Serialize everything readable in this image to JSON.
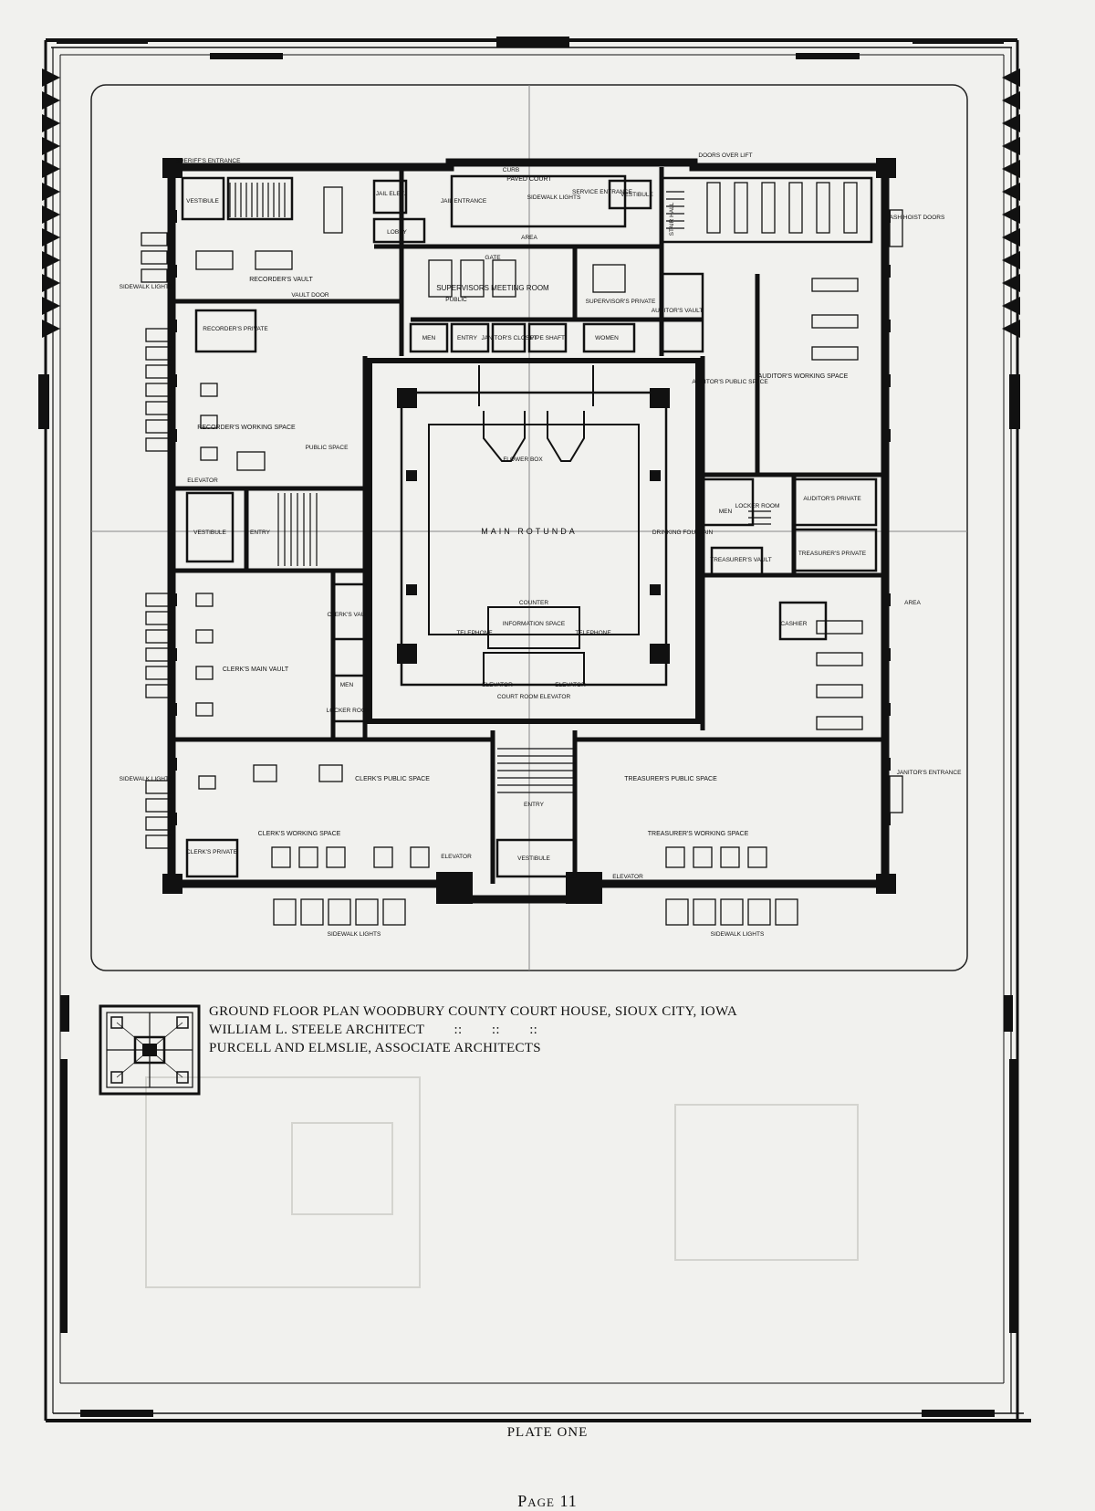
{
  "plan": {
    "rooms": {
      "paved_court": "PAVED COURT",
      "curb": "CURB",
      "doors_over_lift": "DOORS OVER LIFT",
      "sheriff_entrance": "SHERIFF'S ENTRANCE",
      "vestibule_nw": "VESTIBULE",
      "jail_elev": "JAIL ELEV.",
      "jail_entrance": "JAIL ENTRANCE",
      "lobby": "LOBBY",
      "sidewalk_lights_n": "SIDEWALK LIGHTS",
      "service_entrance": "SERVICE ENTRANCE",
      "vestibule_ne": "VESTIBULE",
      "stair_hall": "STAIR HALL",
      "ash_hoist": "ASH HOIST DOORS",
      "area_n": "AREA",
      "recorders_vault": "RECORDER'S VAULT",
      "sidewalk_lights_w1": "SIDEWALK LIGHTS",
      "vault_door": "VAULT DOOR",
      "supervisors_meeting": "SUPERVISORS MEETING ROOM",
      "public": "PUBLIC",
      "gate": "GATE",
      "supervisors_private": "SUPERVISOR'S PRIVATE",
      "auditors_vault": "AUDITOR'S VAULT",
      "recorders_private": "RECORDER'S PRIVATE",
      "men_n": "MEN",
      "entry_n": "ENTRY",
      "janitors_closet": "JANITOR'S CLOSET",
      "pipe_shaft": "PIPE SHAFT",
      "women": "WOMEN",
      "auditors_working": "AUDITOR'S WORKING SPACE",
      "auditors_public": "AUDITOR'S PUBLIC SPACE",
      "recorders_working": "RECORDER'S WORKING SPACE",
      "public_space_w": "PUBLIC SPACE",
      "elevator_w": "ELEVATOR",
      "flower_box": "FLOWER BOX",
      "men_e": "MEN",
      "locker_room_e": "LOCKER ROOM",
      "auditors_private": "AUDITOR'S PRIVATE",
      "vestibule_w": "VESTIBULE",
      "entry_w": "ENTRY",
      "main_rotunda": "MAIN ROTUNDA",
      "drinking_fountain": "DRINKING FOUNTAIN",
      "treasurers_vault": "TREASURER'S VAULT",
      "treasurers_private": "TREASURER'S PRIVATE",
      "area_e": "AREA",
      "clerks_vault": "CLERK'S VAULT",
      "cashier": "CASHIER",
      "counter": "COUNTER",
      "information_space": "INFORMATION SPACE",
      "telephone_1": "TELEPHONE",
      "telephone_2": "TELEPHONE",
      "clerks_main_vault": "CLERK'S MAIN VAULT",
      "men_w": "MEN",
      "locker_room_w": "LOCKER ROOM",
      "elevator_1": "ELEVATOR",
      "elevator_2": "ELEVATOR",
      "court_room_elevator": "COURT ROOM ELEVATOR",
      "sidewalk_lights_w2": "SIDEWALK LIGHTS",
      "clerks_public": "CLERK'S PUBLIC SPACE",
      "treasurers_public": "TREASURER'S PUBLIC SPACE",
      "janitors_entrance": "JANITOR'S ENTRANCE",
      "entry_s": "ENTRY",
      "clerks_working": "CLERK'S WORKING SPACE",
      "treasurers_working": "TREASURER'S WORKING SPACE",
      "clerks_private": "CLERK'S PRIVATE",
      "elevator_sw": "ELEVATOR",
      "vestibule_s": "VESTIBULE",
      "elevator_se": "ELEVATOR",
      "sidewalk_lights_s1": "SIDEWALK LIGHTS",
      "sidewalk_lights_s2": "SIDEWALK LIGHTS"
    }
  },
  "caption": {
    "line1": "GROUND FLOOR PLAN WOODBURY COUNTY COURT HOUSE, SIOUX CITY, IOWA",
    "line2": "WILLIAM L. STEELE ARCHITECT        ::        ::        ::",
    "line3": "PURCELL AND ELMSLIE, ASSOCIATE ARCHITECTS"
  },
  "plate": "PLATE ONE",
  "page": "Page 11"
}
